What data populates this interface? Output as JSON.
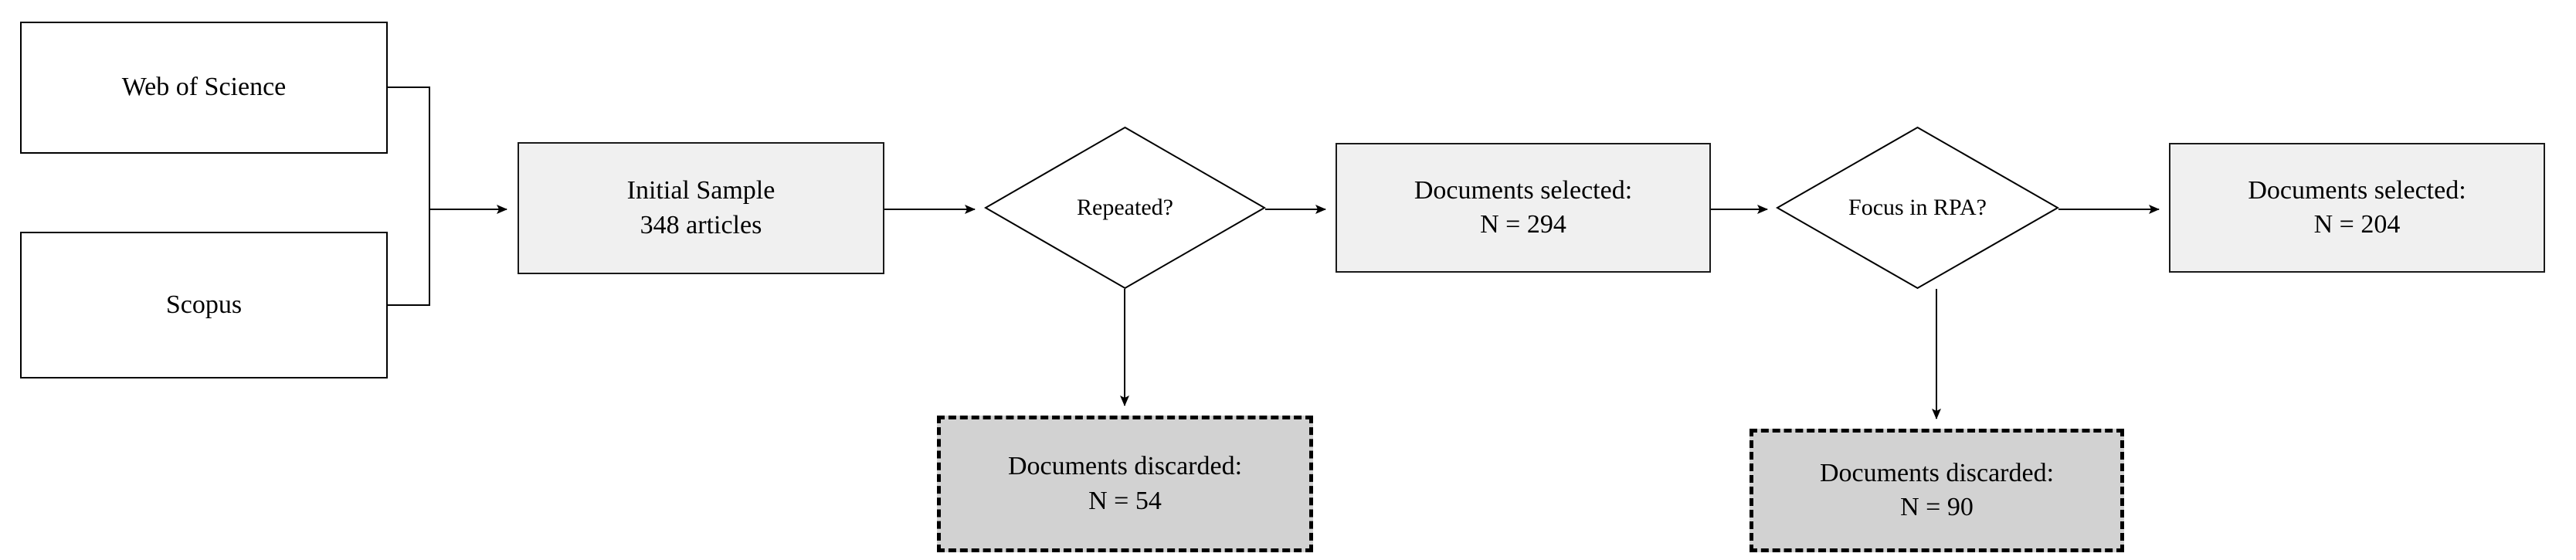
{
  "diagram": {
    "type": "flowchart",
    "title": "Article selection flow",
    "orientation": "left-to-right",
    "colors": {
      "source_fill": "#ffffff",
      "process_fill": "#f0f0f0",
      "discard_fill": "#d2d2d2",
      "stroke": "#000000"
    }
  },
  "nodes": {
    "source_wos": {
      "label": "Web of Science",
      "shape": "rectangle",
      "fill": "#ffffff"
    },
    "source_scopus": {
      "label": "Scopus",
      "shape": "rectangle",
      "fill": "#ffffff"
    },
    "initial_sample": {
      "line1": "Initial Sample",
      "line2": "348 articles",
      "shape": "rectangle",
      "fill": "#f0f0f0",
      "count": 348
    },
    "decision_repeated": {
      "label": "Repeated?",
      "shape": "diamond",
      "fill": "#ffffff"
    },
    "selected_294": {
      "line1": "Documents selected:",
      "line2": "N = 294",
      "shape": "rectangle",
      "fill": "#f0f0f0",
      "count": 294
    },
    "decision_rpa": {
      "label": "Focus in RPA?",
      "shape": "diamond",
      "fill": "#ffffff"
    },
    "selected_204": {
      "line1": "Documents selected:",
      "line2": "N = 204",
      "shape": "rectangle",
      "fill": "#f0f0f0",
      "count": 204
    },
    "discarded_54": {
      "line1": "Documents discarded:",
      "line2": "N = 54",
      "shape": "rectangle-dashed",
      "fill": "#d2d2d2",
      "count": 54
    },
    "discarded_90": {
      "line1": "Documents discarded:",
      "line2": "N = 90",
      "shape": "rectangle-dashed",
      "fill": "#d2d2d2",
      "count": 90
    }
  },
  "edges": [
    {
      "from": "source_wos",
      "to": "initial_sample",
      "style": "elbow-merge",
      "label": ""
    },
    {
      "from": "source_scopus",
      "to": "initial_sample",
      "style": "elbow-merge",
      "label": ""
    },
    {
      "from": "initial_sample",
      "to": "decision_repeated",
      "style": "straight-right",
      "label": ""
    },
    {
      "from": "decision_repeated",
      "to": "selected_294",
      "style": "straight-right",
      "label": ""
    },
    {
      "from": "decision_repeated",
      "to": "discarded_54",
      "style": "straight-down",
      "label": ""
    },
    {
      "from": "selected_294",
      "to": "decision_rpa",
      "style": "straight-right",
      "label": ""
    },
    {
      "from": "decision_rpa",
      "to": "selected_204",
      "style": "straight-right",
      "label": ""
    },
    {
      "from": "decision_rpa",
      "to": "discarded_90",
      "style": "straight-down",
      "label": ""
    }
  ]
}
